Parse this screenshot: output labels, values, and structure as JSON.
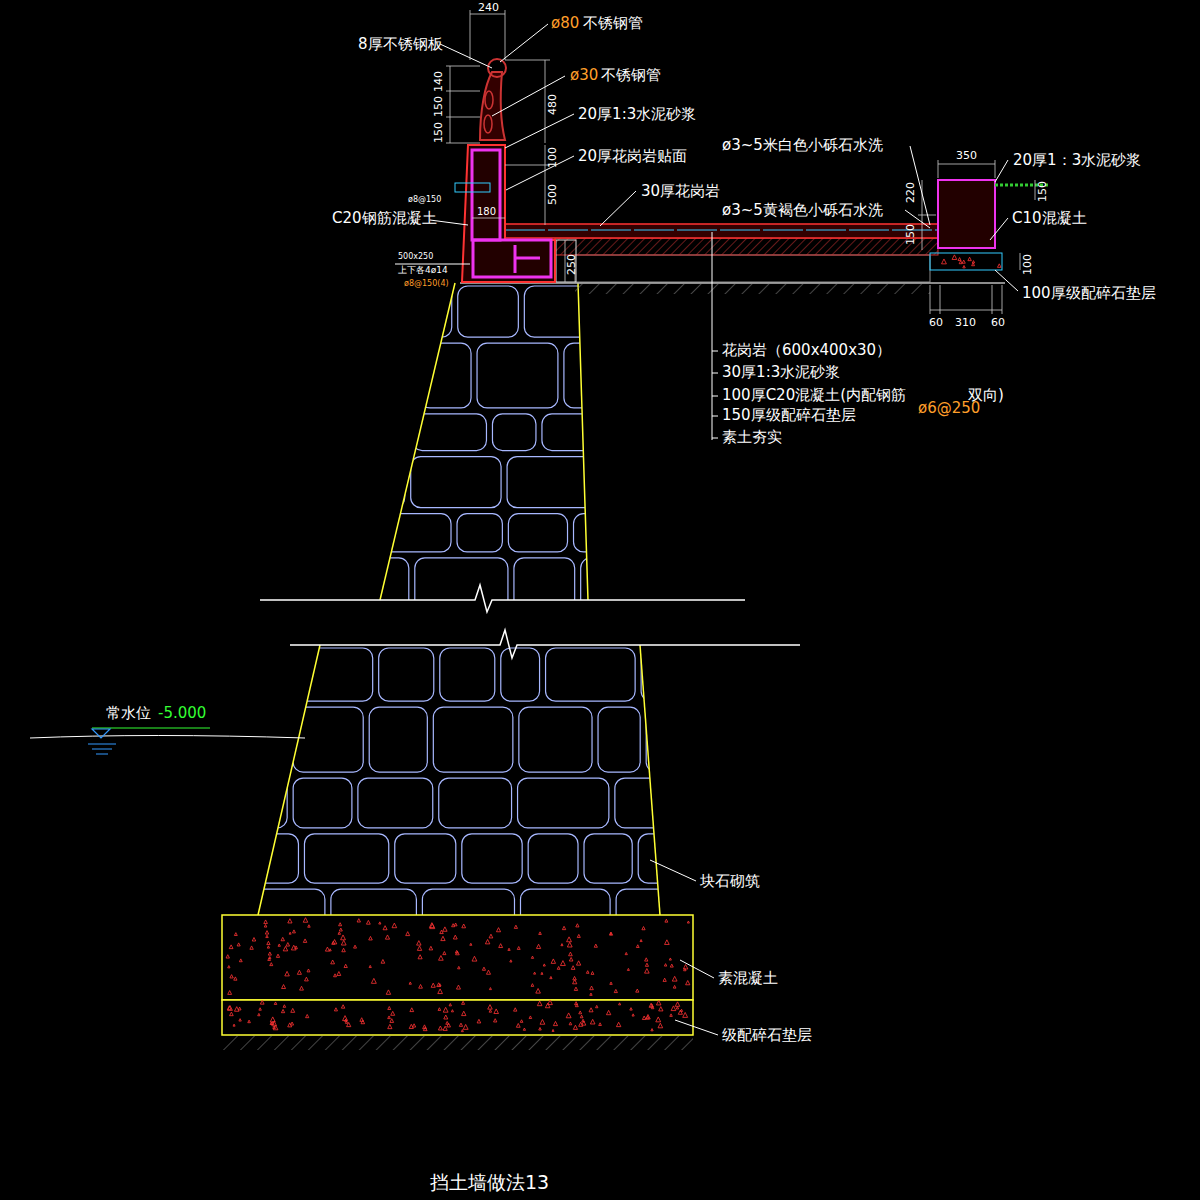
{
  "diagram": {
    "caption": "挡土墙做法13",
    "labels": [
      "240",
      "ø80",
      "不锈钢管",
      "8厚不锈钢板",
      "ø30",
      "不锈钢管",
      "20厚1:3水泥砂浆",
      "20厚花岗岩贴面",
      "30厚花岗岩",
      "C20钢筋混凝土",
      "ø3~5米白色小砾石水洗",
      "ø3~5黄褐色小砾石水洗",
      "350",
      "20厚1：3水泥砂浆",
      "150",
      "220",
      "150",
      "C10混凝土",
      "100",
      "100厚级配碎石垫层",
      "60",
      "310",
      "60",
      "140",
      "150",
      "150",
      "480",
      "100",
      "500",
      "180",
      "250",
      "ø8@150",
      "500x250",
      "上下各4ø14",
      "ø8@150(4)",
      "花岗岩（600x400x30）",
      "30厚1:3水泥砂浆",
      "100厚C20混凝土(内配钢筋",
      "ø6@250",
      "双向)",
      "150厚级配碎石垫层",
      "素土夯实",
      "常水位",
      "-5.000",
      "块石砌筑",
      "素混凝土",
      "级配碎石垫层"
    ]
  }
}
